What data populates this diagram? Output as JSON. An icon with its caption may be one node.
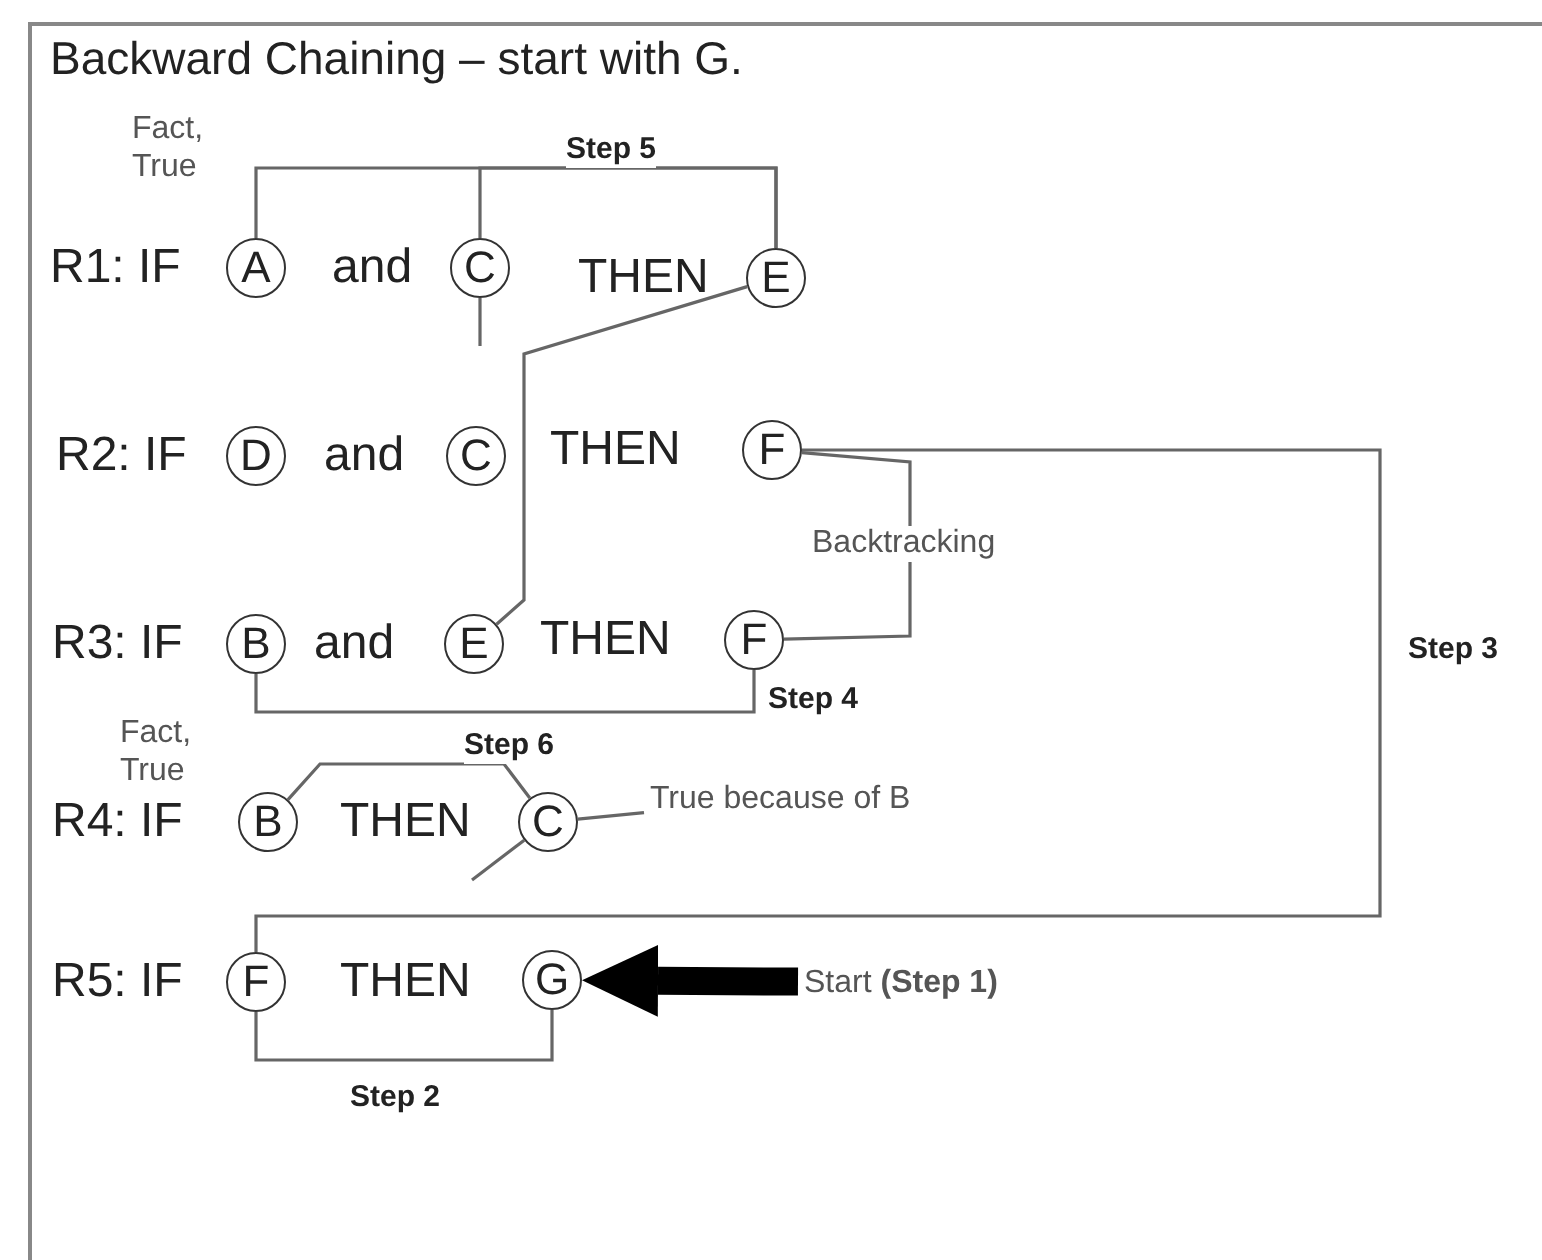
{
  "diagram": {
    "title": "Backward Chaining – start with G.",
    "nodes": [
      {
        "text": [
          "A"
        ]
      },
      {
        "text": [
          "C"
        ]
      },
      {
        "text": [
          "E"
        ]
      },
      {
        "text": [
          "D"
        ]
      },
      {
        "text": [
          "C"
        ]
      },
      {
        "text": [
          "F"
        ]
      },
      {
        "text": [
          "B"
        ]
      },
      {
        "text": [
          "E"
        ]
      },
      {
        "text": [
          "F"
        ]
      },
      {
        "text": [
          "B"
        ]
      },
      {
        "text": [
          "C"
        ]
      },
      {
        "text": [
          "F"
        ]
      },
      {
        "text": [
          "G"
        ]
      },
      {
        "text": [
          "Start **(Step 1)**"
        ]
      },
      {
        "text": [
          "True because of B"
        ]
      }
    ],
    "edges": [
      {
        "from": 2,
        "to": 0,
        "arrow": "none",
        "label": "Step 5"
      },
      {
        "from": 2,
        "to": 1,
        "arrow": "none"
      },
      {
        "from": 1,
        "to": null,
        "arrow": "none"
      },
      {
        "from": 7,
        "to": 2,
        "arrow": "none"
      },
      {
        "from": 5,
        "to": 8,
        "arrow": "none",
        "label": "Backtracking"
      },
      {
        "from": 11,
        "to": 5,
        "arrow": "none",
        "label": "Step 3"
      },
      {
        "from": 8,
        "to": 6,
        "arrow": "none",
        "label": "Step 4"
      },
      {
        "from": 10,
        "to": 9,
        "arrow": "none",
        "label": "Step 6"
      },
      {
        "from": 14,
        "to": 10,
        "arrow": "none"
      },
      {
        "from": 10,
        "to": null,
        "arrow": "none"
      },
      {
        "from": 12,
        "to": 11,
        "arrow": "none",
        "label": "Step 2"
      },
      {
        "from": 13,
        "to": 12,
        "arrow": "to",
        "style": "thick",
        "color": "#000000"
      }
    ],
    "labels": [
      "Fact, True",
      "R1: IF",
      "and",
      "THEN",
      "R2: IF",
      "and",
      "THEN",
      "R3: IF",
      "and",
      "THEN",
      "Fact, True",
      "R4: IF",
      "THEN",
      "R5: IF",
      "THEN"
    ]
  }
}
